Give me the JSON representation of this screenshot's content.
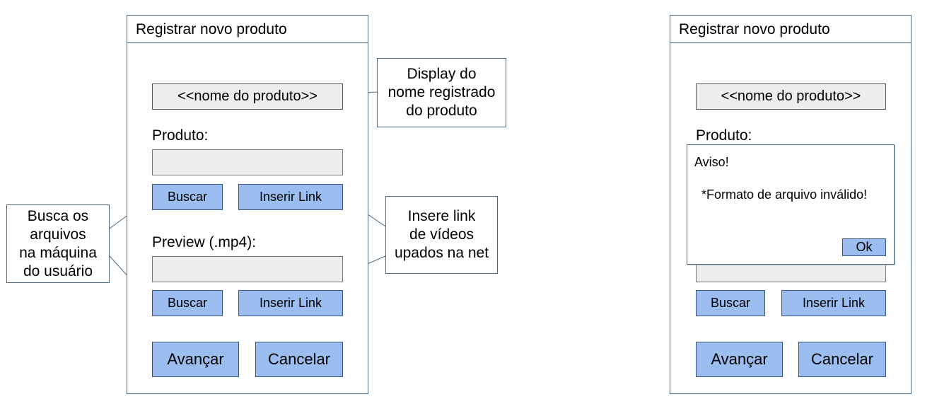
{
  "left_screen": {
    "title": "Registrar novo produto",
    "name_display": "<<nome do produto>>",
    "product_label": "Produto:",
    "search_button_1": "Buscar",
    "insert_link_button_1": "Inserir Link",
    "preview_label": "Preview (.mp4):",
    "search_button_2": "Buscar",
    "insert_link_button_2": "Inserir Link",
    "next_button": "Avançar",
    "cancel_button": "Cancelar"
  },
  "right_screen": {
    "title": "Registrar novo produto",
    "name_display": "<<nome do produto>>",
    "product_label": "Produto:",
    "search_button": "Buscar",
    "insert_link_button": "Inserir Link",
    "next_button": "Avançar",
    "cancel_button": "Cancelar",
    "dialog": {
      "title": "Aviso!",
      "message": "*Formato de arquivo inválido!",
      "ok_button": "Ok"
    }
  },
  "annotations": {
    "name_display_note": "Display do\nnome registrado\ndo produto",
    "search_note": "Busca os\narquivos\nna máquina\ndo usuário",
    "link_note": "Insere link\nde vídeos\nupados na net"
  },
  "colors": {
    "button_fill": "#9bbdf0",
    "field_fill": "#ededed",
    "border": "#4a6a84"
  }
}
